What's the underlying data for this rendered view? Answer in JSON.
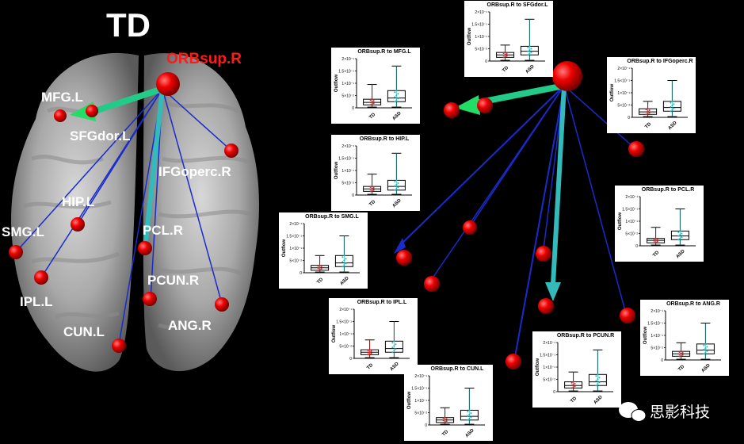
{
  "panel_title": "TD",
  "source": {
    "label": "ORBsup.R",
    "color": "#ff0000"
  },
  "brain_regions": [
    {
      "id": "mfg",
      "label": "MFG.L"
    },
    {
      "id": "sfg",
      "label": "SFGdor.L"
    },
    {
      "id": "ifg",
      "label": "IFGoperc.R"
    },
    {
      "id": "hip",
      "label": "HIP.L"
    },
    {
      "id": "smg",
      "label": "SMG.L"
    },
    {
      "id": "pcl",
      "label": "PCL.R"
    },
    {
      "id": "ipl",
      "label": "IPL.L"
    },
    {
      "id": "pcun",
      "label": "PCUN.R"
    },
    {
      "id": "cun",
      "label": "CUN.L"
    },
    {
      "id": "ang",
      "label": "ANG.R"
    }
  ],
  "watermark": {
    "text": "思影科技"
  },
  "chart_data": [
    {
      "type": "box",
      "title": "ORBsup.R to SFGdor.L",
      "ylabel": "Outflow",
      "categories": [
        "TD",
        "ASD"
      ],
      "yticks": [
        "2×10⁻¹",
        "1.5×10⁻¹",
        "1×10⁻¹",
        "5×10⁻²",
        "0"
      ],
      "ylim": [
        0,
        0.2
      ],
      "boxes": [
        {
          "min": 0.003,
          "q1": 0.015,
          "median": 0.025,
          "q3": 0.035,
          "max": 0.065
        },
        {
          "min": 0.003,
          "q1": 0.025,
          "median": 0.04,
          "q3": 0.06,
          "max": 0.17
        }
      ]
    },
    {
      "type": "box",
      "title": "ORBsup.R to MFG.L",
      "ylabel": "Outflow",
      "categories": [
        "TD",
        "ASD"
      ],
      "yticks": [
        "2×10⁻¹",
        "1.5×10⁻¹",
        "1×10⁻¹",
        "5×10⁻²",
        "0"
      ],
      "ylim": [
        0,
        0.2
      ],
      "boxes": [
        {
          "min": 0.003,
          "q1": 0.012,
          "median": 0.022,
          "q3": 0.035,
          "max": 0.095
        },
        {
          "min": 0.003,
          "q1": 0.025,
          "median": 0.04,
          "q3": 0.07,
          "max": 0.17
        }
      ]
    },
    {
      "type": "box",
      "title": "ORBsup.R to IFGoperc.R",
      "ylabel": "Outflow",
      "categories": [
        "TD",
        "ASD"
      ],
      "yticks": [
        "2×10⁻¹",
        "1.5×10⁻¹",
        "1×10⁻¹",
        "5×10⁻²",
        "0"
      ],
      "ylim": [
        0,
        0.2
      ],
      "boxes": [
        {
          "min": 0.003,
          "q1": 0.012,
          "median": 0.022,
          "q3": 0.035,
          "max": 0.065
        },
        {
          "min": 0.003,
          "q1": 0.025,
          "median": 0.04,
          "q3": 0.065,
          "max": 0.15
        }
      ]
    },
    {
      "type": "box",
      "title": "ORBsup.R to HIP.L",
      "ylabel": "Outflow",
      "categories": [
        "TD",
        "ASD"
      ],
      "yticks": [
        "2×10⁻¹",
        "1.5×10⁻¹",
        "1×10⁻¹",
        "5×10⁻²",
        "0"
      ],
      "ylim": [
        0,
        0.2
      ],
      "boxes": [
        {
          "min": 0.003,
          "q1": 0.015,
          "median": 0.025,
          "q3": 0.035,
          "max": 0.085
        },
        {
          "min": 0.003,
          "q1": 0.02,
          "median": 0.035,
          "q3": 0.06,
          "max": 0.17
        }
      ]
    },
    {
      "type": "box",
      "title": "ORBsup.R to PCL.R",
      "ylabel": "Outflow",
      "categories": [
        "TD",
        "ASD"
      ],
      "yticks": [
        "2×10⁻¹",
        "1.5×10⁻¹",
        "1×10⁻¹",
        "5×10⁻²",
        "0"
      ],
      "ylim": [
        0,
        0.2
      ],
      "boxes": [
        {
          "min": 0.003,
          "q1": 0.012,
          "median": 0.022,
          "q3": 0.03,
          "max": 0.075
        },
        {
          "min": 0.003,
          "q1": 0.025,
          "median": 0.04,
          "q3": 0.06,
          "max": 0.15
        }
      ]
    },
    {
      "type": "box",
      "title": "ORBsup.R to SMG.L",
      "ylabel": "Outflow",
      "categories": [
        "TD",
        "ASD"
      ],
      "yticks": [
        "2×10⁻¹",
        "1.5×10⁻¹",
        "1×10⁻¹",
        "5×10⁻²",
        "0"
      ],
      "ylim": [
        0,
        0.2
      ],
      "boxes": [
        {
          "min": 0.003,
          "q1": 0.01,
          "median": 0.02,
          "q3": 0.03,
          "max": 0.07
        },
        {
          "min": 0.003,
          "q1": 0.025,
          "median": 0.04,
          "q3": 0.07,
          "max": 0.15
        }
      ]
    },
    {
      "type": "box",
      "title": "ORBsup.R to IPL.L",
      "ylabel": "Outflow",
      "categories": [
        "TD",
        "ASD"
      ],
      "yticks": [
        "2×10⁻¹",
        "1.5×10⁻¹",
        "1×10⁻¹",
        "5×10⁻²",
        "0"
      ],
      "ylim": [
        0,
        0.2
      ],
      "boxes": [
        {
          "min": 0.003,
          "q1": 0.015,
          "median": 0.025,
          "q3": 0.035,
          "max": 0.075
        },
        {
          "min": 0.003,
          "q1": 0.025,
          "median": 0.04,
          "q3": 0.07,
          "max": 0.15
        }
      ]
    },
    {
      "type": "box",
      "title": "ORBsup.R to ANG.R",
      "ylabel": "Outflow",
      "categories": [
        "TD",
        "ASD"
      ],
      "yticks": [
        "2×10⁻¹",
        "1.5×10⁻¹",
        "1×10⁻¹",
        "5×10⁻²",
        "0"
      ],
      "ylim": [
        0,
        0.2
      ],
      "boxes": [
        {
          "min": 0.003,
          "q1": 0.015,
          "median": 0.025,
          "q3": 0.035,
          "max": 0.07
        },
        {
          "min": 0.003,
          "q1": 0.025,
          "median": 0.04,
          "q3": 0.065,
          "max": 0.15
        }
      ]
    },
    {
      "type": "box",
      "title": "ORBsup.R to PCUN.R",
      "ylabel": "Outflow",
      "categories": [
        "TD",
        "ASD"
      ],
      "yticks": [
        "2×10⁻¹",
        "1.5×10⁻¹",
        "1×10⁻¹",
        "5×10⁻²",
        "0"
      ],
      "ylim": [
        0,
        0.2
      ],
      "boxes": [
        {
          "min": 0.003,
          "q1": 0.015,
          "median": 0.025,
          "q3": 0.04,
          "max": 0.08
        },
        {
          "min": 0.003,
          "q1": 0.025,
          "median": 0.04,
          "q3": 0.07,
          "max": 0.17
        }
      ]
    },
    {
      "type": "box",
      "title": "ORBsup.R to CUN.L",
      "ylabel": "Outflow",
      "categories": [
        "TD",
        "ASD"
      ],
      "yticks": [
        "2×10⁻¹",
        "1.5×10⁻¹",
        "1×10⁻¹",
        "5×10⁻²",
        "0"
      ],
      "ylim": [
        0,
        0.2
      ],
      "boxes": [
        {
          "min": 0.003,
          "q1": 0.01,
          "median": 0.02,
          "q3": 0.03,
          "max": 0.07
        },
        {
          "min": 0.003,
          "q1": 0.02,
          "median": 0.035,
          "q3": 0.06,
          "max": 0.15
        }
      ]
    }
  ]
}
